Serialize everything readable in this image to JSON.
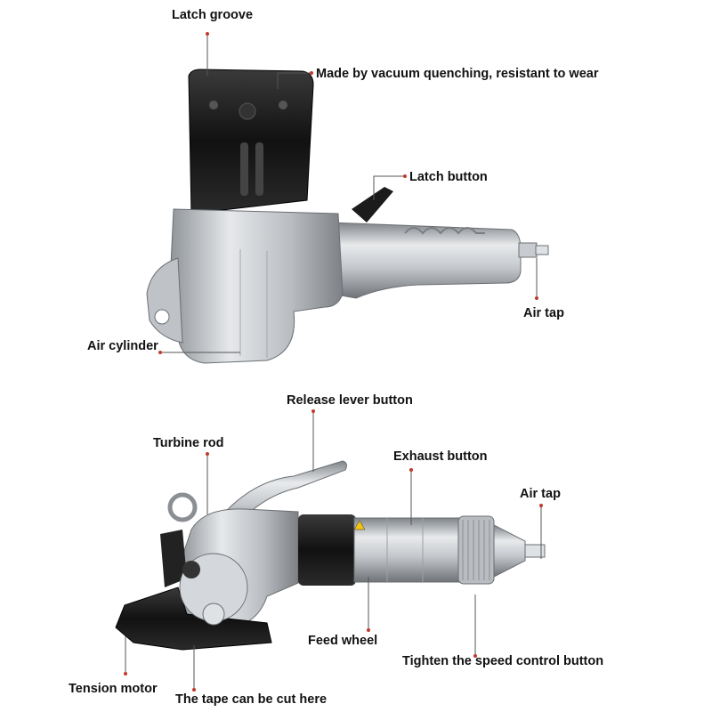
{
  "colors": {
    "text": "#111111",
    "leader_line": "#555555",
    "leader_dot": "#c0392b",
    "aluminum": "#c9cdd1",
    "black_part": "#1d1d1d",
    "background": "#ffffff"
  },
  "top_tool": {
    "labels": {
      "latch_groove": "Latch groove",
      "vacuum_quenching": "Made by vacuum quenching, resistant to wear",
      "latch_button": "Latch button",
      "air_tap": "Air tap",
      "air_cylinder": "Air cylinder"
    }
  },
  "bottom_tool": {
    "labels": {
      "release_lever_button": "Release lever button",
      "turbine_rod": "Turbine rod",
      "exhaust_button": "Exhaust button",
      "air_tap": "Air tap",
      "feed_wheel": "Feed wheel",
      "tighten_speed_control": "Tighten the speed control button",
      "tension_motor": "Tension motor",
      "tape_cut": "The tape can be cut here"
    }
  }
}
